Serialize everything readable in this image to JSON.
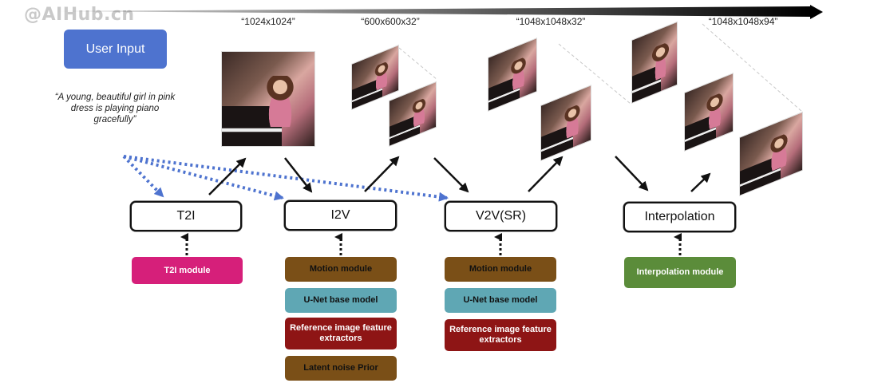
{
  "watermark": "@AIHub.cn",
  "user_input": {
    "label": "User Input"
  },
  "prompt_text": "“A young, beautiful girl in pink dress is playing piano gracefully”",
  "resolutions": {
    "t2i": "“1024x1024”",
    "i2v": "“600x600x32”",
    "v2v": "“1048x1048x32”",
    "interp": "“1048x1048x94”"
  },
  "stages": {
    "t2i": "T2I",
    "i2v": "I2V",
    "v2v": "V2V(SR)",
    "interp": "Interpolation"
  },
  "modules": {
    "t2i": [
      {
        "label": "T2I module",
        "color": "#d61f7a",
        "text_color": "#ffffff"
      }
    ],
    "i2v": [
      {
        "label": "Motion module",
        "color": "#7a4f17",
        "text_color": "#111111"
      },
      {
        "label": "U-Net base model",
        "color": "#5fa7b4",
        "text_color": "#111111"
      },
      {
        "label": "Reference image feature extractors",
        "color": "#8e1515",
        "text_color": "#ffffff"
      },
      {
        "label": "Latent noise Prior",
        "color": "#7a4f17",
        "text_color": "#111111"
      }
    ],
    "v2v": [
      {
        "label": "Motion module",
        "color": "#7a4f17",
        "text_color": "#111111"
      },
      {
        "label": "U-Net base model",
        "color": "#5fa7b4",
        "text_color": "#111111"
      },
      {
        "label": "Reference image feature extractors",
        "color": "#8e1515",
        "text_color": "#ffffff"
      }
    ],
    "interp": [
      {
        "label": "Interpolation module",
        "color": "#5b8c3a",
        "text_color": "#ffffff"
      }
    ]
  },
  "colors": {
    "accent_blue": "#4e73cf",
    "dotted_arrow": "#4e73cf",
    "timeline": "#000000"
  }
}
